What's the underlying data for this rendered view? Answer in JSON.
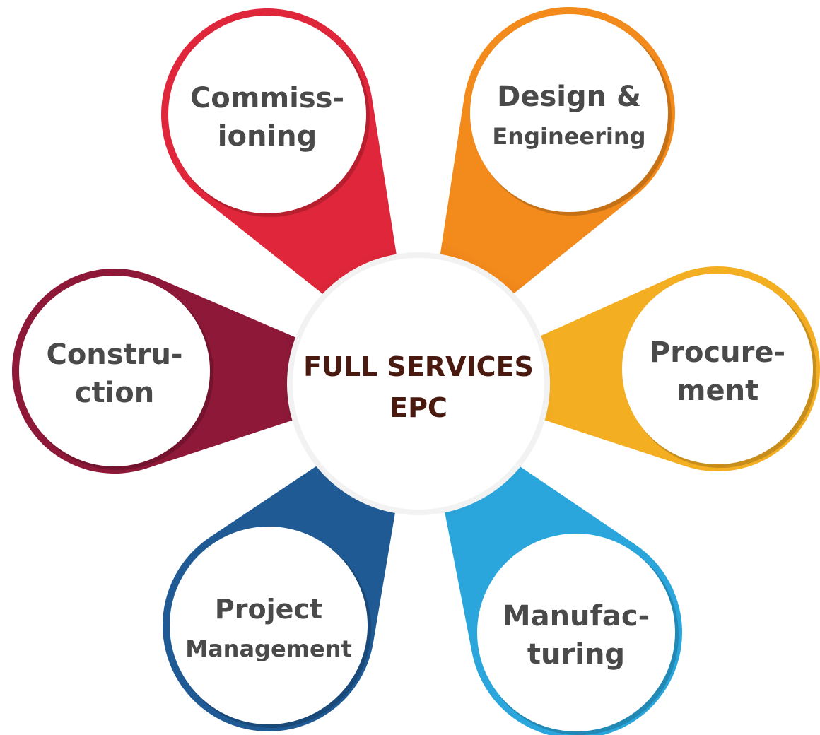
{
  "center": {
    "line1": "FULL SERVICES",
    "line2": "EPC",
    "text_color": "#4a1a10"
  },
  "petals": [
    {
      "id": "commissioning",
      "lines": [
        "Commiss-",
        "ioning"
      ],
      "color": "#e0263a",
      "dark": "#8e1a22"
    },
    {
      "id": "design-engineering",
      "lines": [
        "Design &",
        "Engineering"
      ],
      "color": "#f28a1c",
      "dark": "#d25a10"
    },
    {
      "id": "procurement",
      "lines": [
        "Procure-",
        "ment"
      ],
      "color": "#f4ae22",
      "dark": "#9a6a12"
    },
    {
      "id": "manufacturing",
      "lines": [
        "Manufac-",
        "turing"
      ],
      "color": "#2aa6dc",
      "dark": "#1d5d7a"
    },
    {
      "id": "project-management",
      "lines": [
        "Project",
        "Management"
      ],
      "color": "#1f5a94",
      "dark": "#0f2a46"
    },
    {
      "id": "construction",
      "lines": [
        "Constru-",
        "ction"
      ],
      "color": "#8e1838",
      "dark": "#4a0c1c"
    }
  ]
}
